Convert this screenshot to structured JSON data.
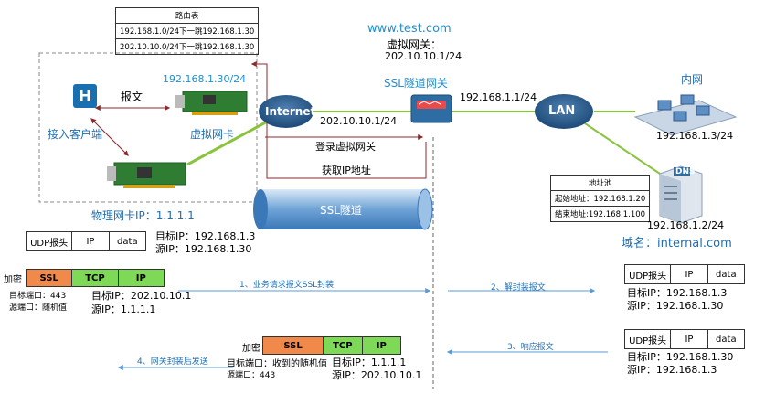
{
  "routing_table": {
    "title": "路由表",
    "rows": [
      "192.168.1.0/24下一跳192.168.1.30",
      "202.10.10.0/24下一跳192.168.1.30"
    ]
  },
  "gateway": {
    "url": "www.test.com",
    "vgw_label": "虚拟网关：",
    "vgw_ip": "202.10.10.1/24",
    "name": "SSL隧道网关",
    "lan_ip": "192.168.1.1/24",
    "wan_ip": "202.10.10.1/24"
  },
  "client": {
    "vnic_ip": "192.168.1.30/24",
    "message_label": "报文",
    "access_client": "接入客户端",
    "vnic_label": "虚拟网卡",
    "pnic_label": "物理网卡IP：1.1.1.1"
  },
  "clouds": {
    "internet": "Internet",
    "lan": "LAN"
  },
  "arrows": {
    "login": "登录虚拟网关",
    "get_ip": "获取IP地址"
  },
  "tunnel_label": "SSL隧道",
  "intranet": {
    "title": "内网",
    "ip": "192.168.1.3/24"
  },
  "dns": {
    "icon": "DNS",
    "pool_title": "地址池",
    "pool_start": "起始地址：192.168.1.20",
    "pool_end": "结束地址:192.168.1.100",
    "ip": "192.168.1.2/24",
    "domain": "域名：internal.com"
  },
  "pkt_udp": {
    "cells": [
      "UDP报头",
      "IP",
      "data"
    ],
    "dst": "目标IP：192.168.1.3",
    "src": "源IP：192.168.1.30"
  },
  "pkt_enc": {
    "encrypt": "加密",
    "cells": [
      "SSL",
      "TCP",
      "IP"
    ],
    "dst_port": "目标端口：443",
    "src_port": "源端口：随机值",
    "dst_ip": "目标IP：202.10.10.1",
    "src_ip": "源IP：1.1.1.1"
  },
  "steps": {
    "s1": "1、业务请求报文SSL封装",
    "s2": "2、解封装报文",
    "s3": "3、响应报文",
    "s4": "4、网关封装后发送"
  },
  "pkt_dec": {
    "cells": [
      "UDP报头",
      "IP",
      "data"
    ],
    "dst": "目标IP：192.168.1.3",
    "src": "源IP：192.168.1.30"
  },
  "pkt_resp": {
    "cells": [
      "UDP报头",
      "IP",
      "data"
    ],
    "dst": "目标IP：192.168.1.30",
    "src": "源IP：192.168.1.3"
  },
  "pkt_ret": {
    "encrypt": "加密",
    "cells": [
      "SSL",
      "TCP",
      "IP"
    ],
    "dst_port": "目标端口：收到的随机值",
    "src_port": "源端口：443",
    "dst_ip": "目标IP：1.1.1.1",
    "src_ip": "源IP：202.10.10.1"
  }
}
